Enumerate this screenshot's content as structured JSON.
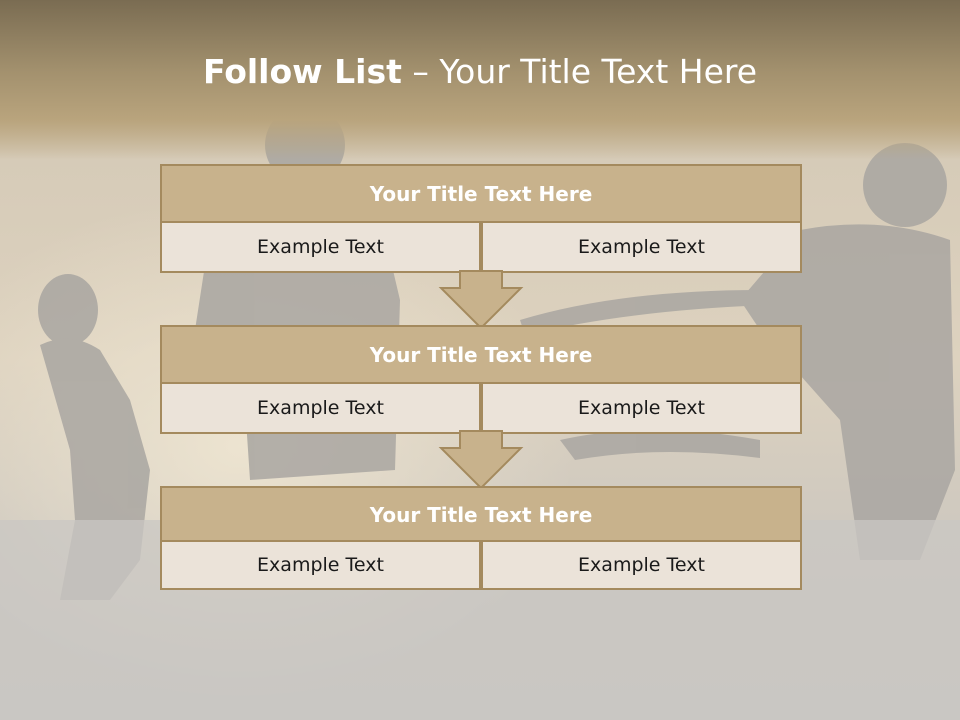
{
  "slide": {
    "title_bold": "Follow List",
    "title_rest": " – Your Title Text Here"
  },
  "blocks": [
    {
      "title": "Your Title Text Here",
      "left": "Example Text",
      "right": "Example Text"
    },
    {
      "title": "Your Title Text Here",
      "left": "Example Text",
      "right": "Example Text"
    },
    {
      "title": "Your Title Text Here",
      "left": "Example Text",
      "right": "Example Text"
    }
  ],
  "colors": {
    "header_fill": "#c8b28c",
    "border": "#a48a5e",
    "cell_fill": "#ebe3d9",
    "arrow_fill": "#c8b28c"
  }
}
